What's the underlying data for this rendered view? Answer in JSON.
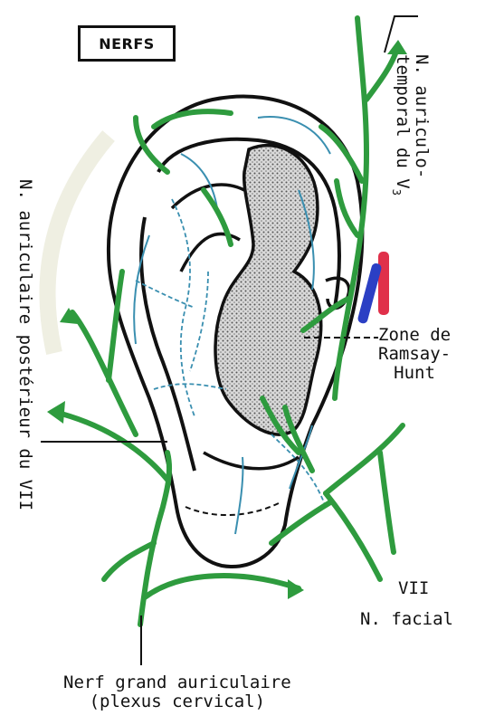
{
  "title": "NERFS",
  "labels": {
    "auriculo_temporal": [
      "N. auriculo-",
      "temporal du V",
      "3"
    ],
    "auriculaire_posterieur": "N. auriculaire postérieur du VII",
    "zone": [
      "Zone de",
      "Ramsay-",
      "Hunt"
    ],
    "facial": [
      "VII",
      "N. facial"
    ],
    "grand_auriculaire": [
      "Nerf grand auriculaire",
      "(plexus cervical)"
    ]
  },
  "colors": {
    "outline": "#111111",
    "nerve_green": "#2e9b3e",
    "nerve_dark": "#1c6b28",
    "nerve_blue": "#3a8fb0",
    "zone_red": "#e0304a",
    "zone_blue": "#2b3fc4",
    "stipple": "#9a9a9a"
  }
}
